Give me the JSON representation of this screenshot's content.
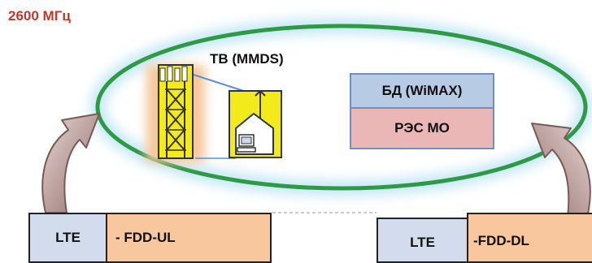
{
  "frequency_label": "2600 МГц",
  "tv_label": "ТВ (MMDS)",
  "service_boxes": {
    "top": "БД (WiMAX)",
    "bottom": "РЭС МО"
  },
  "bands": {
    "left": {
      "tech": "LTE",
      "mode": "- FDD-UL"
    },
    "right": {
      "tech": "LTE",
      "mode": "-FDD-DL"
    }
  },
  "colors": {
    "frequency_text": "#c0392b",
    "ellipse_stroke": "#2e9a45",
    "ellipse_glow": "#b7e3f3",
    "tower": "#f2ea1b",
    "tower_glow": "#f6c79b",
    "house_bg": "#f2ea1b",
    "lte_fill": "#d2dcec",
    "fdd_fill": "#f8c79e",
    "arrow_fill": "#9b7a78"
  },
  "icons": [
    "tower-icon",
    "house-icon",
    "computer-icon",
    "link-arrow-icon",
    "curved-arrow-icon"
  ]
}
